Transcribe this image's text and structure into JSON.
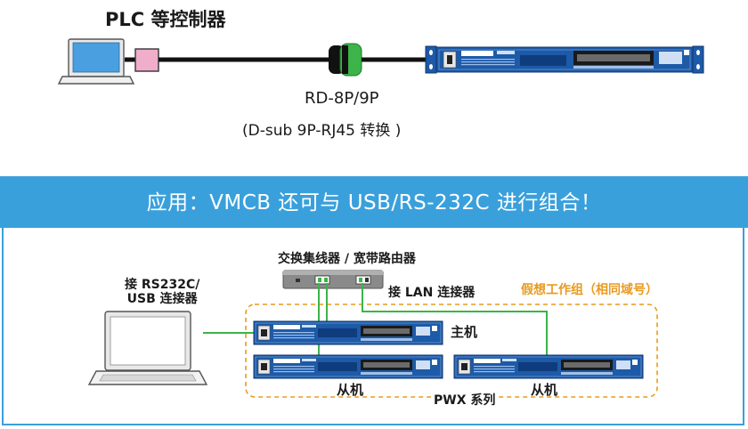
{
  "top": {
    "title": "PLC 等控制器",
    "adapter_name": "RD-8P/9P",
    "adapter_desc": "(D-sub 9P-RJ45 转换 )"
  },
  "banner": {
    "text": "应用：VMCB 还可与 USB/RS-232C 进行组合！"
  },
  "diagram": {
    "hub_label": "交换集线器 / 宽带路由器",
    "pc_label_line1": "接 RS232C/",
    "pc_label_line2": "USB 连接器",
    "lan_label": "接 LAN 连接器",
    "virtual_group_label": "假想工作组（相同域号）",
    "master_label": "主机",
    "slave_label": "从机",
    "series_label": "PWX 系列"
  },
  "colors": {
    "banner": "#3aa0dc",
    "cable_green": "#3cb44a",
    "group_border": "#e89a1e",
    "device_blue": "#1d5aa8",
    "connector_pink": "#f1aecb"
  }
}
